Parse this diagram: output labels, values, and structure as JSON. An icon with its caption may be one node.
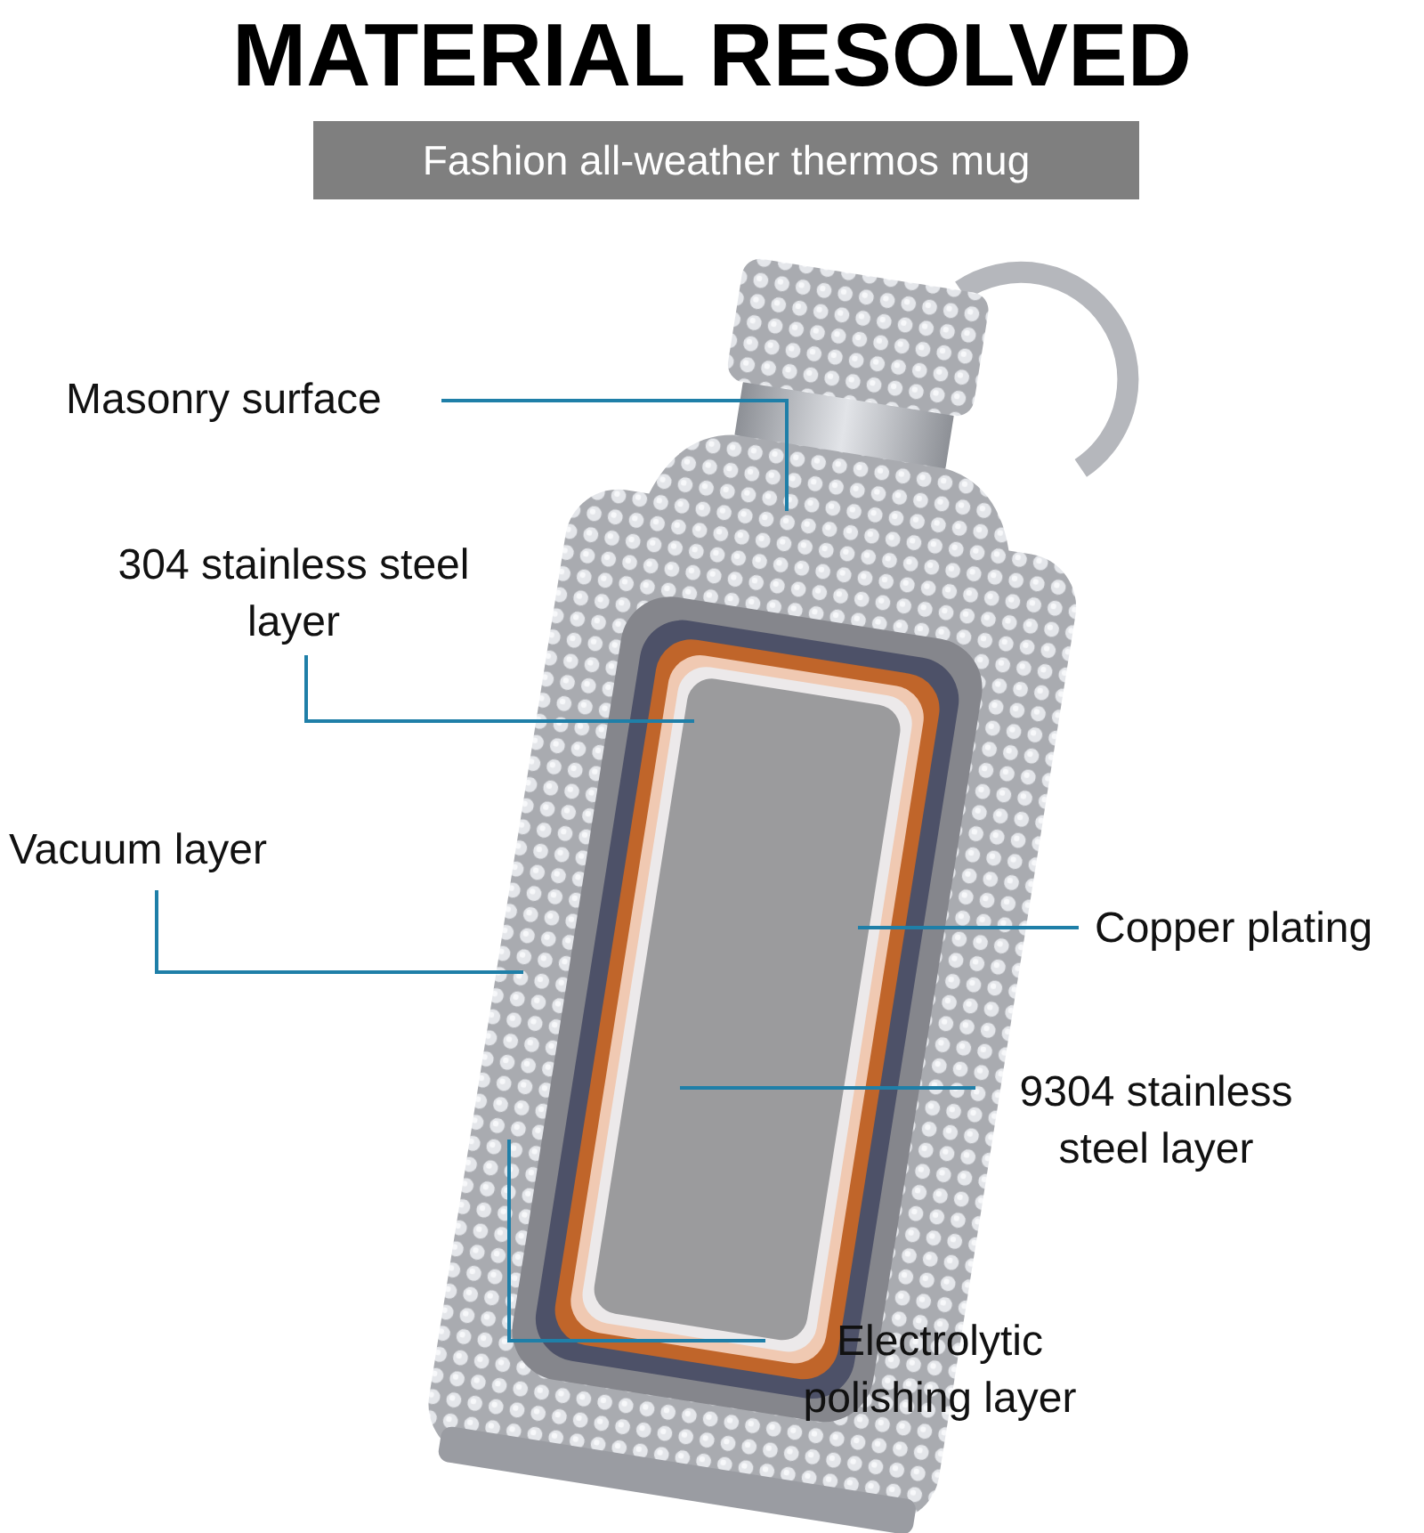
{
  "diagram": {
    "title": "MATERIAL RESOLVED",
    "nodes": [
      {
        "text": [
          "Fashion all-weather thermos mug"
        ]
      },
      {
        "text": [
          "Masonry surface"
        ]
      },
      {
        "text": [
          "304 stainless steel layer"
        ]
      },
      {
        "text": [
          "Vacuum layer"
        ]
      },
      {
        "text": [
          "Copper plating"
        ]
      },
      {
        "text": [
          "9304 stainless steel layer"
        ]
      },
      {
        "text": [
          "Electrolytic polishing layer"
        ]
      }
    ],
    "edges": [
      {
        "from": 1,
        "to": null,
        "arrow": "none"
      },
      {
        "from": 2,
        "to": null,
        "arrow": "none"
      },
      {
        "from": 3,
        "to": null,
        "arrow": "none"
      },
      {
        "from": 4,
        "to": null,
        "arrow": "none"
      },
      {
        "from": 5,
        "to": null,
        "arrow": "none"
      },
      {
        "from": 6,
        "to": null,
        "arrow": "none"
      }
    ]
  }
}
